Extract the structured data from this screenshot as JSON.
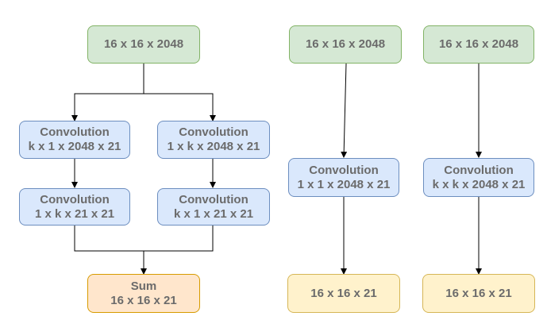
{
  "left": {
    "input": "16 x 16 x 2048",
    "conv_a1": {
      "title": "Convolution",
      "shape": "k x 1 x 2048 x 21"
    },
    "conv_b1": {
      "title": "Convolution",
      "shape": "1 x k x 2048 x 21"
    },
    "conv_a2": {
      "title": "Convolution",
      "shape": "1 x k x 21 x 21"
    },
    "conv_b2": {
      "title": "Convolution",
      "shape": "k x 1 x 21 x 21"
    },
    "sum": {
      "title": "Sum",
      "shape": "16 x 16 x 21"
    }
  },
  "middle": {
    "input": "16 x 16 x 2048",
    "conv": {
      "title": "Convolution",
      "shape": "1 x 1 x 2048 x 21"
    },
    "output": "16 x 16 x 21"
  },
  "right": {
    "input": "16 x 16 x 2048",
    "conv": {
      "title": "Convolution",
      "shape": "k x k x 2048 x 21"
    },
    "output": "16 x 16 x 21"
  }
}
